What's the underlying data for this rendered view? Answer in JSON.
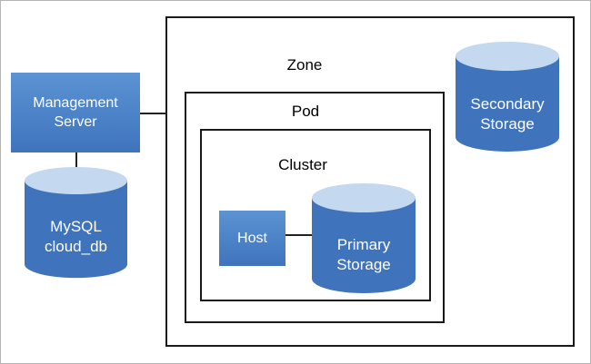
{
  "zone": {
    "label": "Zone"
  },
  "pod": {
    "label": "Pod"
  },
  "cluster": {
    "label": "Cluster"
  },
  "management_server": {
    "line1": "Management",
    "line2": "Server"
  },
  "mysql": {
    "line1": "MySQL",
    "line2": "cloud_db"
  },
  "host": {
    "label": "Host"
  },
  "primary_storage": {
    "line1": "Primary",
    "line2": "Storage"
  },
  "secondary_storage": {
    "line1": "Secondary",
    "line2": "Storage"
  },
  "colors": {
    "blue": "#3f74bd",
    "cylinder_top": "#c4d8f0",
    "border": "#1a1a1a"
  }
}
